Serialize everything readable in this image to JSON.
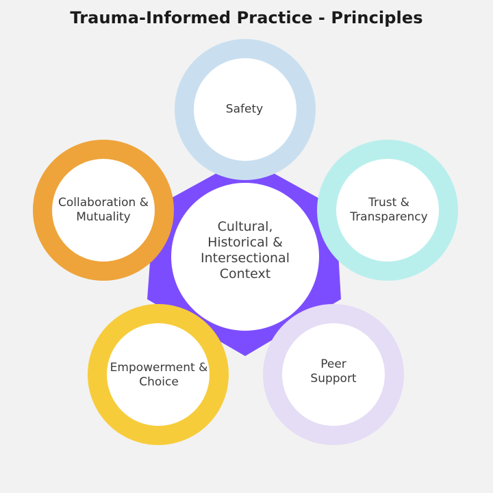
{
  "title": "Trauma-Informed Practice - Principles",
  "center": {
    "label": "Cultural,\nHistorical &\nIntersectional\nContext"
  },
  "principles": [
    {
      "label": "Safety",
      "ring_color": "#c9dff0"
    },
    {
      "label": "Trust &\nTransparency",
      "ring_color": "#b8efec"
    },
    {
      "label": "Peer\nSupport",
      "ring_color": "#e5dcf5"
    },
    {
      "label": "Empowerment &\nChoice",
      "ring_color": "#f7cc3b"
    },
    {
      "label": "Collaboration &\nMutuality",
      "ring_color": "#eea43a"
    }
  ],
  "colors": {
    "background": "#f2f2f2",
    "pentagon": "#7c4dff",
    "inner_fill": "#ffffff"
  }
}
